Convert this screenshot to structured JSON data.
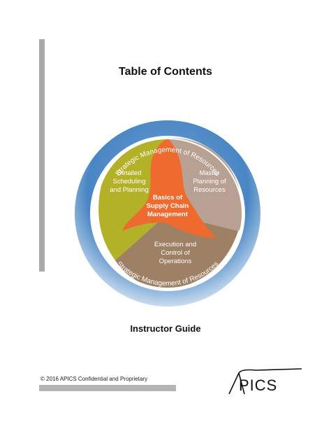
{
  "page": {
    "title": "Table of Contents",
    "subtitle": "Instructor Guide",
    "footer": "© 2016 APICS Confidential and Proprietary",
    "logo_text": "PICS"
  },
  "diagram": {
    "ring_top": "Strategic Management of Resources",
    "ring_bottom": "Strategic Management of Resources",
    "segments": [
      {
        "lines": [
          "Detailed",
          "Scheduling",
          "and Planning"
        ]
      },
      {
        "lines": [
          "Master",
          "Planning of",
          "Resources"
        ]
      },
      {
        "lines": [
          "Execution and",
          "Control of",
          "Operations"
        ]
      },
      {
        "lines": [
          "Basics of",
          "Supply Chain",
          "Management"
        ]
      }
    ]
  },
  "colors": {
    "ring": "#4a86c4",
    "ring_light": "#bcd3ec",
    "detailed": "#b3b128",
    "master": "#b8a193",
    "execution": "#9e8164",
    "basics": "#ee6a2f"
  }
}
